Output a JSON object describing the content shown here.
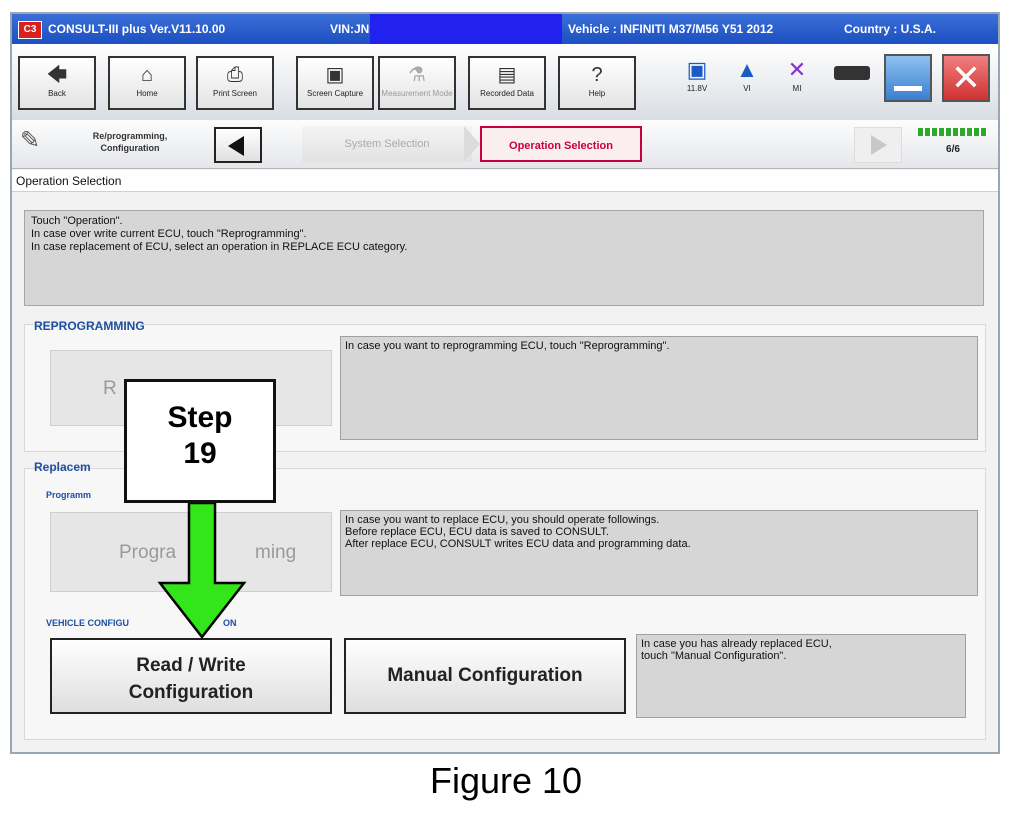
{
  "window": {
    "app_title": "CONSULT-III plus  Ver.V11.10.00",
    "vin_label": "VIN:JN",
    "vehicle": "Vehicle : INFINITI M37/M56 Y51 2012",
    "country": "Country : U.S.A."
  },
  "toolbar": {
    "back": "Back",
    "home": "Home",
    "print_screen": "Print Screen",
    "screen_capture": "Screen Capture",
    "measurement_mode": "Measurement Mode",
    "recorded_data": "Recorded Data",
    "help": "Help",
    "voltage": "11.8V",
    "vi": "VI",
    "mi": "MI"
  },
  "nav": {
    "section_label": "Re/programming, Configuration",
    "crumb_system": "System Selection",
    "crumb_operation": "Operation Selection",
    "progress": "6/6"
  },
  "page": {
    "header": "Operation Selection",
    "instructions": [
      "Touch \"Operation\".",
      "In case over write current ECU, touch \"Reprogramming\".",
      "In case replacement of ECU, select an operation in REPLACE ECU category."
    ]
  },
  "reprogramming": {
    "title": "REPROGRAMMING",
    "button": "R",
    "desc": "In case you want to reprogramming ECU, touch \"Reprogramming\"."
  },
  "replacement": {
    "title": "Replacem",
    "sub_programming": "Programm",
    "programming_button_a": "Progra",
    "programming_button_b": "ming",
    "programming_desc": [
      "In case you want to replace ECU, you should operate followings.",
      "Before replace ECU, ECU data is saved to CONSULT.",
      "After replace ECU, CONSULT writes ECU data and programming data."
    ],
    "sub_vehicle_config_a": "VEHICLE CONFIGU",
    "sub_vehicle_config_b": "ON",
    "read_write_line1": "Read / Write",
    "read_write_line2": "Configuration",
    "manual_config": "Manual Configuration",
    "manual_desc": [
      "In case you has already replaced ECU,",
      "touch \"Manual Configuration\"."
    ]
  },
  "callout": {
    "line1": "Step",
    "line2": "19",
    "arrow_color": "#33e619"
  },
  "caption": "Figure 10"
}
